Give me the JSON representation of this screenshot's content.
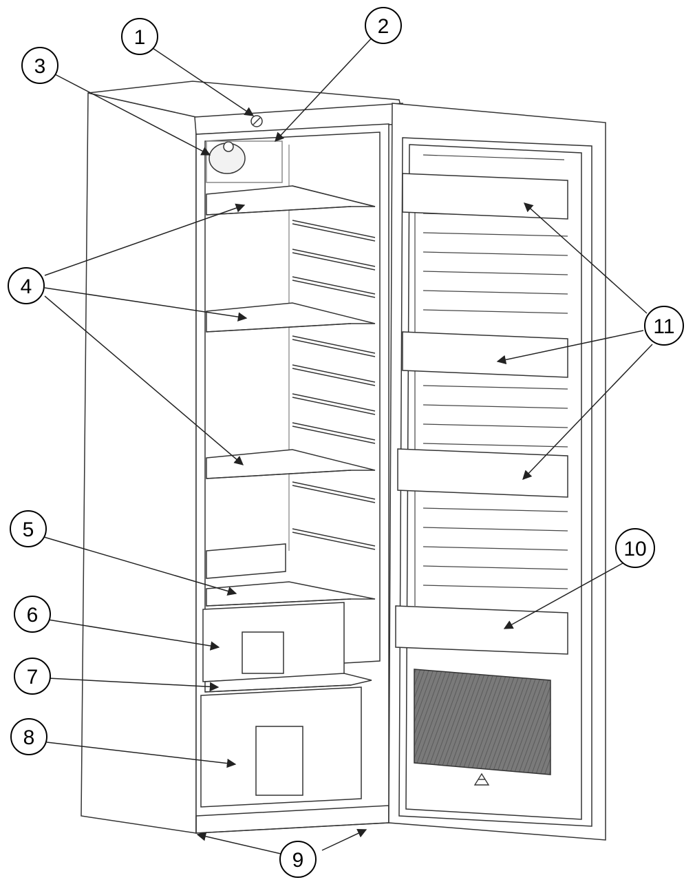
{
  "callouts": [
    {
      "id": "1",
      "label": "1"
    },
    {
      "id": "2",
      "label": "2"
    },
    {
      "id": "3",
      "label": "3"
    },
    {
      "id": "4",
      "label": "4"
    },
    {
      "id": "5",
      "label": "5"
    },
    {
      "id": "6",
      "label": "6"
    },
    {
      "id": "7",
      "label": "7"
    },
    {
      "id": "8",
      "label": "8"
    },
    {
      "id": "9",
      "label": "9"
    },
    {
      "id": "10",
      "label": "10"
    },
    {
      "id": "11",
      "label": "11"
    }
  ],
  "colors": {
    "line": "#333333",
    "label_ring": "#000000",
    "door_panel": "#6e6e6e",
    "background": "#ffffff"
  }
}
